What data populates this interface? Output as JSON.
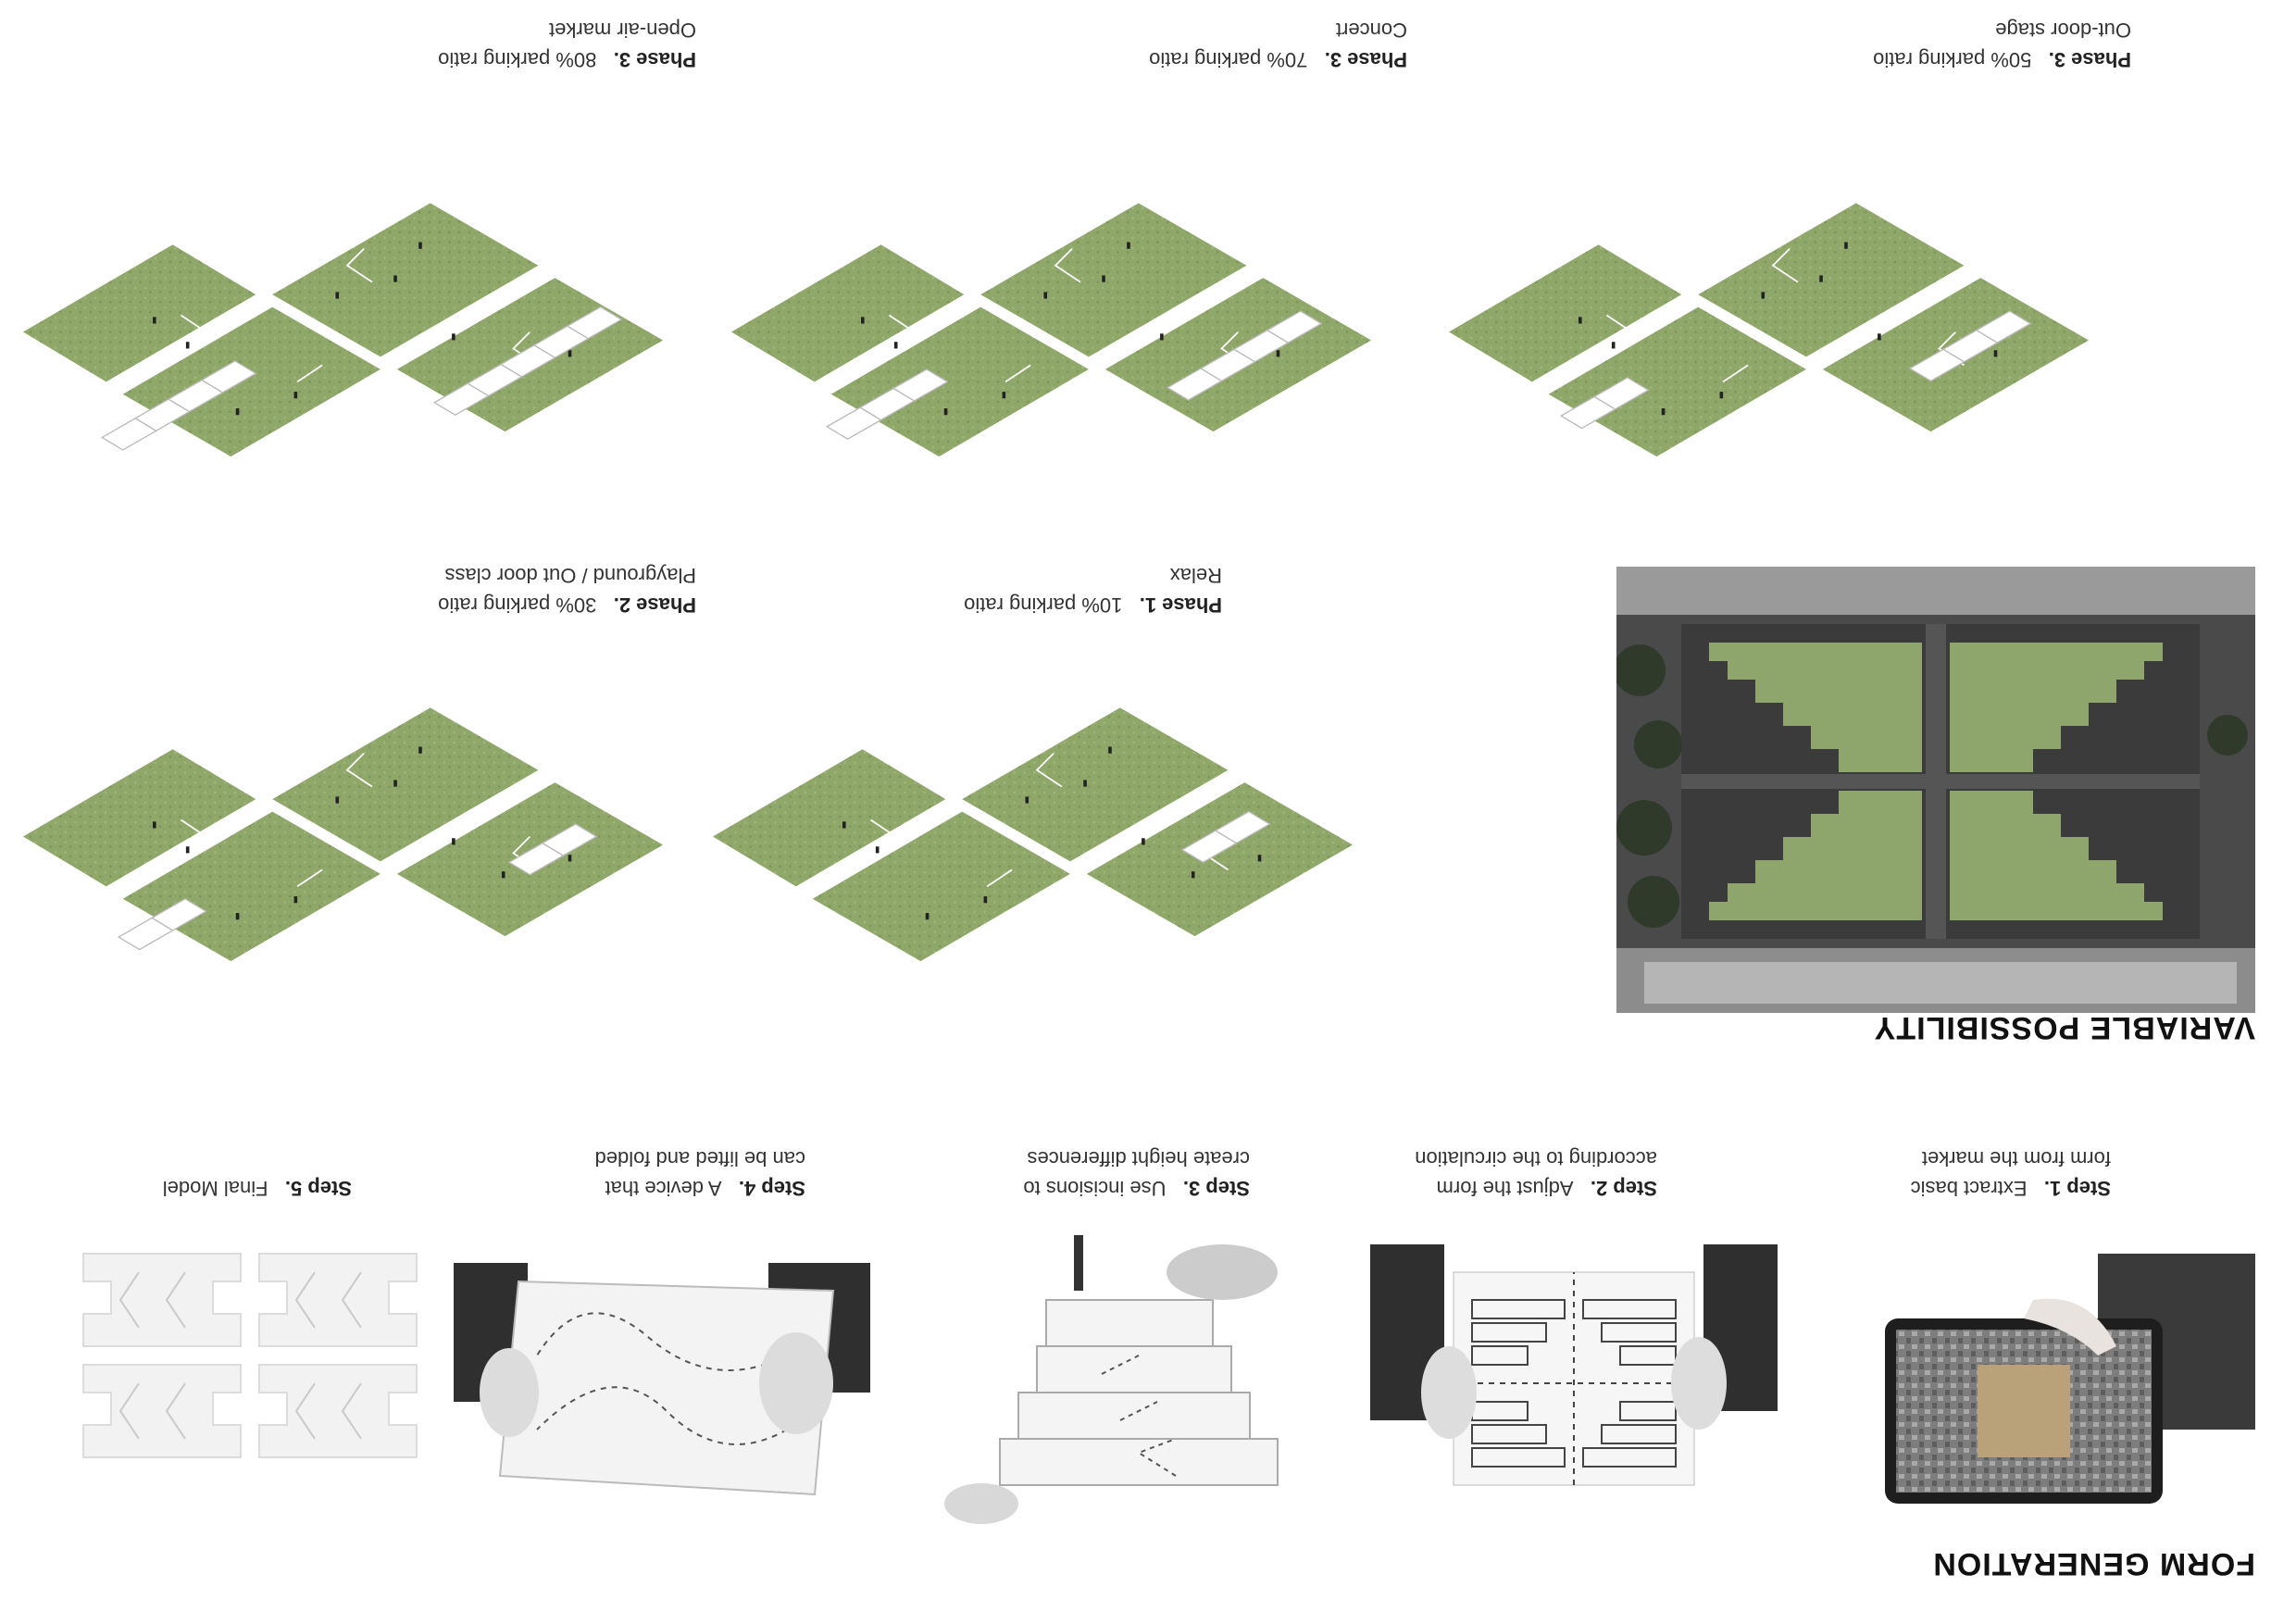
{
  "form_generation": {
    "title": "FORM GENERATION",
    "steps": [
      {
        "label": "Step 1.",
        "line1": "Extract basic",
        "line2": "form from the market"
      },
      {
        "label": "Step 2.",
        "line1": "Adjust the form",
        "line2": "according to the circulation"
      },
      {
        "label": "Step 3.",
        "line1": "Use incisions to",
        "line2": "create height differences"
      },
      {
        "label": "Step 4.",
        "line1": "A device that",
        "line2": "can be lifted and folded"
      },
      {
        "label": "Step 5.",
        "line1": "Final Model",
        "line2": ""
      }
    ]
  },
  "variable_possibility": {
    "title": "VARIABLE POSSIBILITY",
    "phases": [
      {
        "label": "Phase 1.",
        "ratio": "10% parking ratio",
        "use": "Relax"
      },
      {
        "label": "Phase 2.",
        "ratio": "30% parking ratio",
        "use": "Playground / Out door class"
      },
      {
        "label": "Phase 3.",
        "ratio": "50% parking ratio",
        "use": "Out-door stage"
      },
      {
        "label": "Phase 3.",
        "ratio": "70% parking ratio",
        "use": "Concert"
      },
      {
        "label": "Phase 3.",
        "ratio": "80% parking ratio",
        "use": "Open-air market"
      }
    ]
  },
  "colors": {
    "grass": "#8fa86a",
    "grass_dark": "#7c9659",
    "asphalt": "#3d3d3d"
  }
}
